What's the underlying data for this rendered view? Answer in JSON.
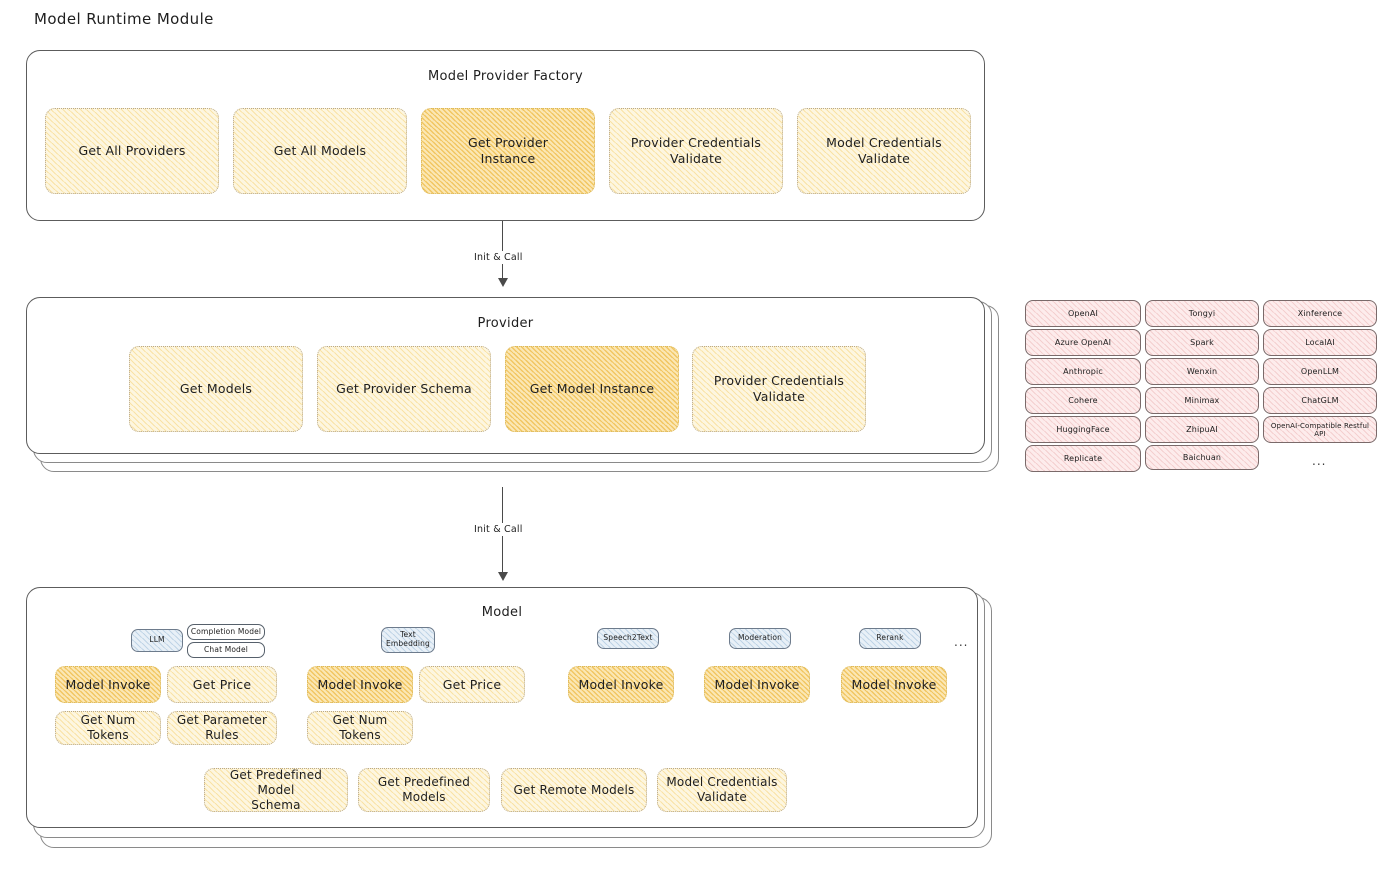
{
  "page": {
    "title": "Model Runtime Module"
  },
  "factory": {
    "title": "Model Provider Factory",
    "nodes": [
      {
        "label": "Get All Providers",
        "highlight": false
      },
      {
        "label": "Get All Models",
        "highlight": false
      },
      {
        "label": "Get Provider\nInstance",
        "highlight": true
      },
      {
        "label": "Provider Credentials\nValidate",
        "highlight": false
      },
      {
        "label": "Model Credentials\nValidate",
        "highlight": false
      }
    ]
  },
  "arrow1": {
    "label": "Init & Call"
  },
  "provider": {
    "title": "Provider",
    "nodes": [
      {
        "label": "Get Models",
        "highlight": false
      },
      {
        "label": "Get Provider Schema",
        "highlight": false
      },
      {
        "label": "Get Model Instance",
        "highlight": true
      },
      {
        "label": "Provider Credentials\nValidate",
        "highlight": false
      }
    ]
  },
  "arrow2": {
    "label": "Init & Call"
  },
  "providers_list": {
    "column1": [
      "OpenAI",
      "Azure OpenAI",
      "Anthropic",
      "Cohere",
      "HuggingFace",
      "Replicate"
    ],
    "column2": [
      "Tongyi",
      "Spark",
      "Wenxin",
      "Minimax",
      "ZhipuAI",
      "Baichuan"
    ],
    "column3": [
      "Xinference",
      "LocalAI",
      "OpenLLM",
      "ChatGLM",
      "OpenAI-Compatible Restful API"
    ],
    "ellipsis": "..."
  },
  "model": {
    "title": "Model",
    "ellipsis": "...",
    "types": [
      {
        "badge": "LLM",
        "sub_badges": [
          "Completion Model",
          "Chat Model"
        ],
        "methods": [
          {
            "label": "Model Invoke",
            "highlight": true
          },
          {
            "label": "Get Price",
            "highlight": false
          },
          {
            "label": "Get Num Tokens",
            "highlight": false
          },
          {
            "label": "Get Parameter\nRules",
            "highlight": false
          }
        ]
      },
      {
        "badge": "Text\nEmbedding",
        "sub_badges": [],
        "methods": [
          {
            "label": "Model Invoke",
            "highlight": true
          },
          {
            "label": "Get Price",
            "highlight": false
          },
          {
            "label": "Get Num Tokens",
            "highlight": false
          }
        ]
      },
      {
        "badge": "Speech2Text",
        "sub_badges": [],
        "methods": [
          {
            "label": "Model Invoke",
            "highlight": true
          }
        ]
      },
      {
        "badge": "Moderation",
        "sub_badges": [],
        "methods": [
          {
            "label": "Model Invoke",
            "highlight": true
          }
        ]
      },
      {
        "badge": "Rerank",
        "sub_badges": [],
        "methods": [
          {
            "label": "Model Invoke",
            "highlight": true
          }
        ]
      }
    ],
    "common_methods": [
      {
        "label": "Get Predefined Model\nSchema"
      },
      {
        "label": "Get Predefined\nModels"
      },
      {
        "label": "Get Remote Models"
      },
      {
        "label": "Model Credentials\nValidate"
      }
    ]
  },
  "colors": {
    "node_fill": "#fdf6e0",
    "node_fill_highlight": "#fbe7b4",
    "badge_fill": "#e8f0f7",
    "provider_tag_fill": "#fdecec",
    "stroke": "#5c5c5c"
  }
}
